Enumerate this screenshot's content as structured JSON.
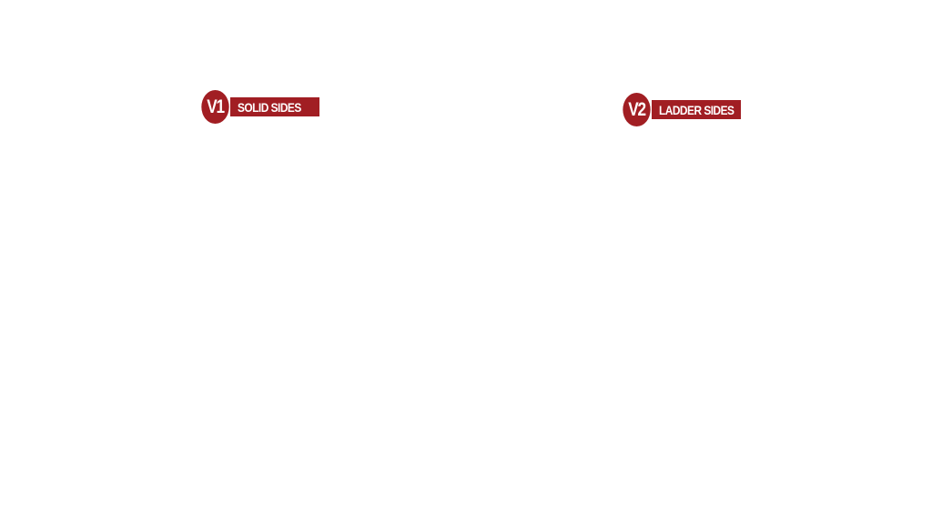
{
  "labels": [
    {
      "badge": "V1",
      "text": "SOLID SIDES"
    },
    {
      "badge": "V2",
      "text": "LADDER SIDES"
    }
  ],
  "colors": {
    "accent": "#a11e23",
    "background": "#ffffff",
    "text": "#ffffff"
  }
}
